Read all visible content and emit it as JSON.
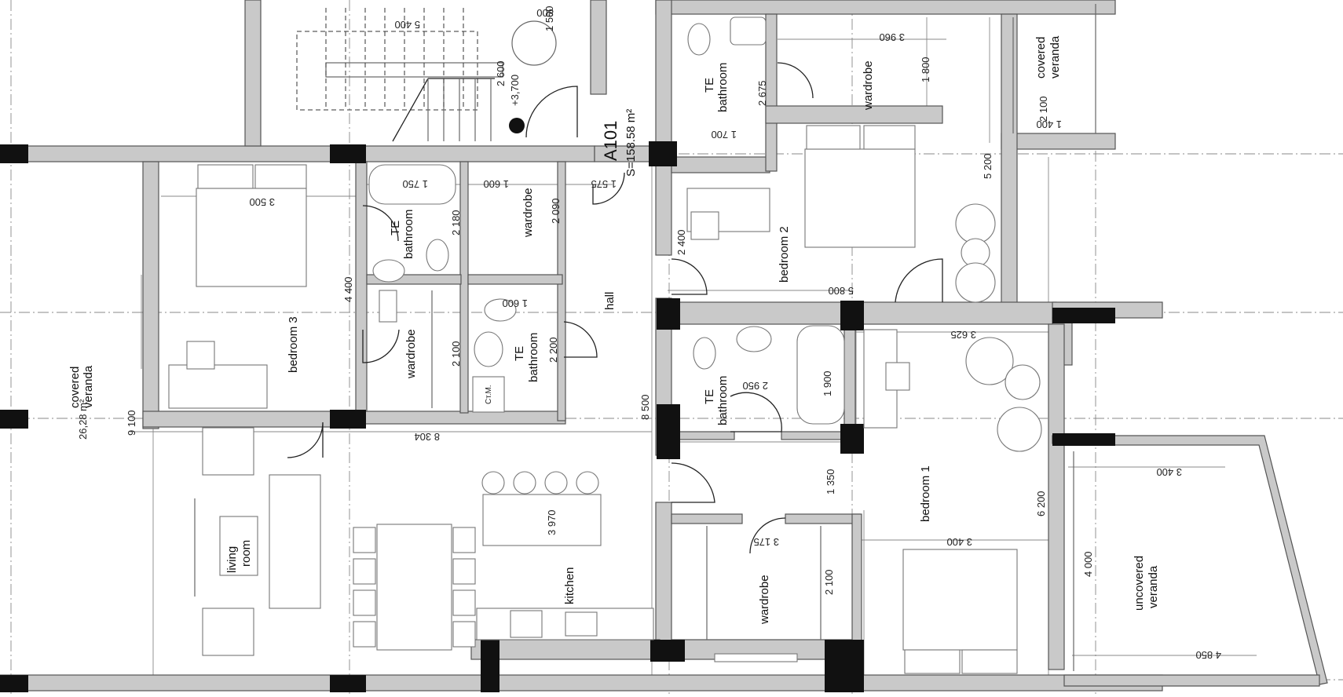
{
  "apartment": {
    "id": "A101",
    "area": "S=158.58 m²"
  },
  "rooms": {
    "bedroom1": "bedroom 1",
    "bedroom2": "bedroom 2",
    "bedroom3": "bedroom 3",
    "hall": "hall",
    "kitchen": "kitchen",
    "living_l1": "living",
    "living_l2": "room",
    "wardrobe": "wardrobe",
    "te": "TE",
    "bathroom": "bathroom",
    "covered_l1": "covered",
    "covered_l2": "veranda",
    "uncovered_l1": "uncovered",
    "uncovered_l2": "veranda",
    "left_veranda_area": "26,28 m²",
    "cm": "Ст.М."
  },
  "dimensions": {
    "d5400": "5 400",
    "d800": "800",
    "d1500": "1 500",
    "d2600": "2 600",
    "level": "+3,700",
    "d3960": "3 960",
    "d1800": "1 800",
    "d2675": "2 675",
    "d1700": "1 700",
    "d2100a": "2 100",
    "d1400": "1 400",
    "d5200": "5 200",
    "d3500": "3 500",
    "d1750": "1 750",
    "d1600a": "1 600",
    "d1575": "1 575",
    "d2180": "2 180",
    "d2090": "2 090",
    "d2400": "2 400",
    "d5800": "5 800",
    "d4400": "4 400",
    "d1600b": "1 600",
    "d3625": "3 625",
    "d2100b": "2 100",
    "d2200": "2 200",
    "d1900": "1 900",
    "d2950": "2 950",
    "d9100": "9 100",
    "d8304": "8 304",
    "d8500": "8 500",
    "d1350": "1 350",
    "d3400a": "3 400",
    "d6200": "6 200",
    "d3970": "3 970",
    "d3175": "3 175",
    "d3400b": "3 400",
    "d2100c": "2 100",
    "d4000": "4 000",
    "d4850": "4 850"
  }
}
